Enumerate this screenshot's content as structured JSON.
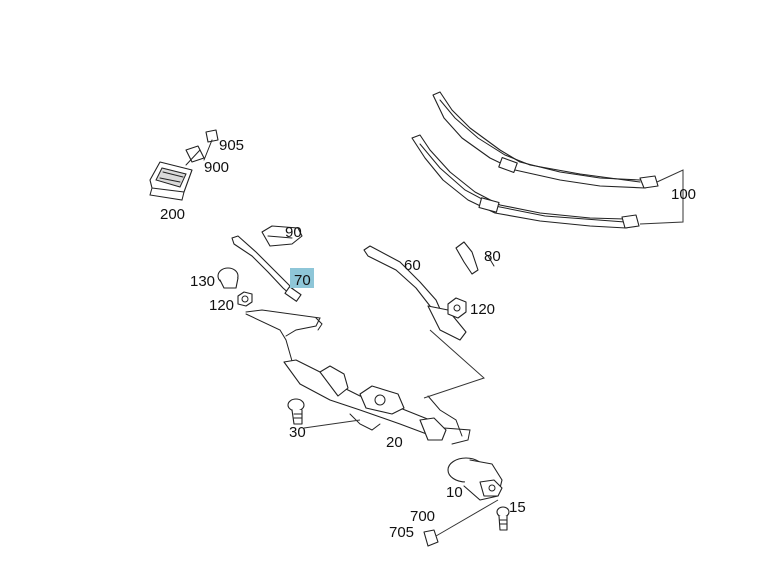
{
  "diagram": {
    "highlight_color": "#8ec6d8",
    "labels": {
      "p905": "905",
      "p900": "900",
      "p200": "200",
      "p100": "100",
      "p90": "90",
      "p70": "70",
      "p130": "130",
      "p120a": "120",
      "p60": "60",
      "p80": "80",
      "p120b": "120",
      "p30": "30",
      "p20": "20",
      "p10": "10",
      "p700": "700",
      "p15": "15",
      "p705": "705"
    },
    "highlighted_part": "70"
  }
}
